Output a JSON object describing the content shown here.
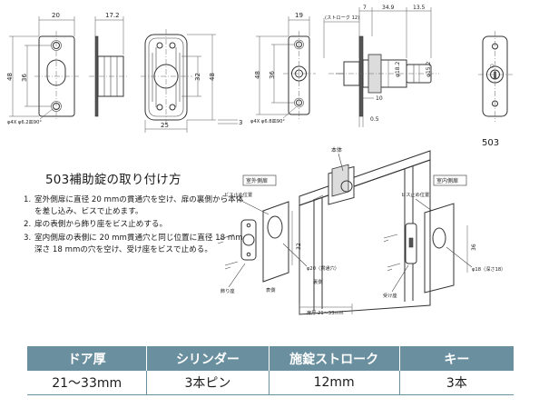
{
  "model_number": "503",
  "dimension_labels": {
    "faceplate_width": "20",
    "faceplate_height": "48",
    "slot_pitch": "36",
    "screw_note": "φ4X φ6.2皿90°",
    "latch_depth": "17.2",
    "rose_height": "48",
    "rose_inner": "32",
    "rose_width": "25",
    "rose_thickness": "3",
    "strike_width": "19",
    "strike_height": "48",
    "strike_pitch": "36",
    "strike_screw_note": "φ4X φ6.8皿90°",
    "stroke_label": "(ストローク 12)",
    "bolt_offset": "7",
    "body_length": "34.9",
    "cyl_length": "13.5",
    "bolt_dia": "φ18.2",
    "cyl_dia": "φ15.2",
    "plate_gap": "10",
    "plate_thk": "0.5"
  },
  "install": {
    "title": "503補助錠の取り付け方",
    "steps": [
      {
        "num": "1.",
        "text": "室外側扉に直径 20 mmの貫通穴を空け、扉の裏側から本体を差し込み、ビスで止めます。"
      },
      {
        "num": "2.",
        "text": "扉の表側から飾り座をビス止めする。"
      },
      {
        "num": "3.",
        "text": "室内側扉の表側に 20 mm貫通穴と同じ位置に直径 18 mm深さ 18 mmの穴を空け、受け座をビスで止める。"
      }
    ]
  },
  "install_diagram": {
    "label_body": "本体",
    "label_outer_door": "室外側扉",
    "label_inner_door": "室内側扉",
    "label_screw_pos_outer": "ビス止め位置",
    "label_screw_pos_inner": "ビス止め位置",
    "label_through_hole": "φ20（貫通穴）",
    "label_surface_side": "表側",
    "label_back_side": "裏側",
    "label_door_thickness": "扉厚 21～33mm",
    "label_deco_rose": "飾り座",
    "label_strike": "受け座",
    "label_hole18": "φ18（深さ18）",
    "dim_32": "32",
    "dim_36": "36"
  },
  "spec_table": {
    "headers": [
      "ドア厚",
      "シリンダー",
      "施錠ストローク",
      "キー"
    ],
    "values": [
      "21～33mm",
      "3本ピン",
      "12mm",
      "3本"
    ]
  }
}
